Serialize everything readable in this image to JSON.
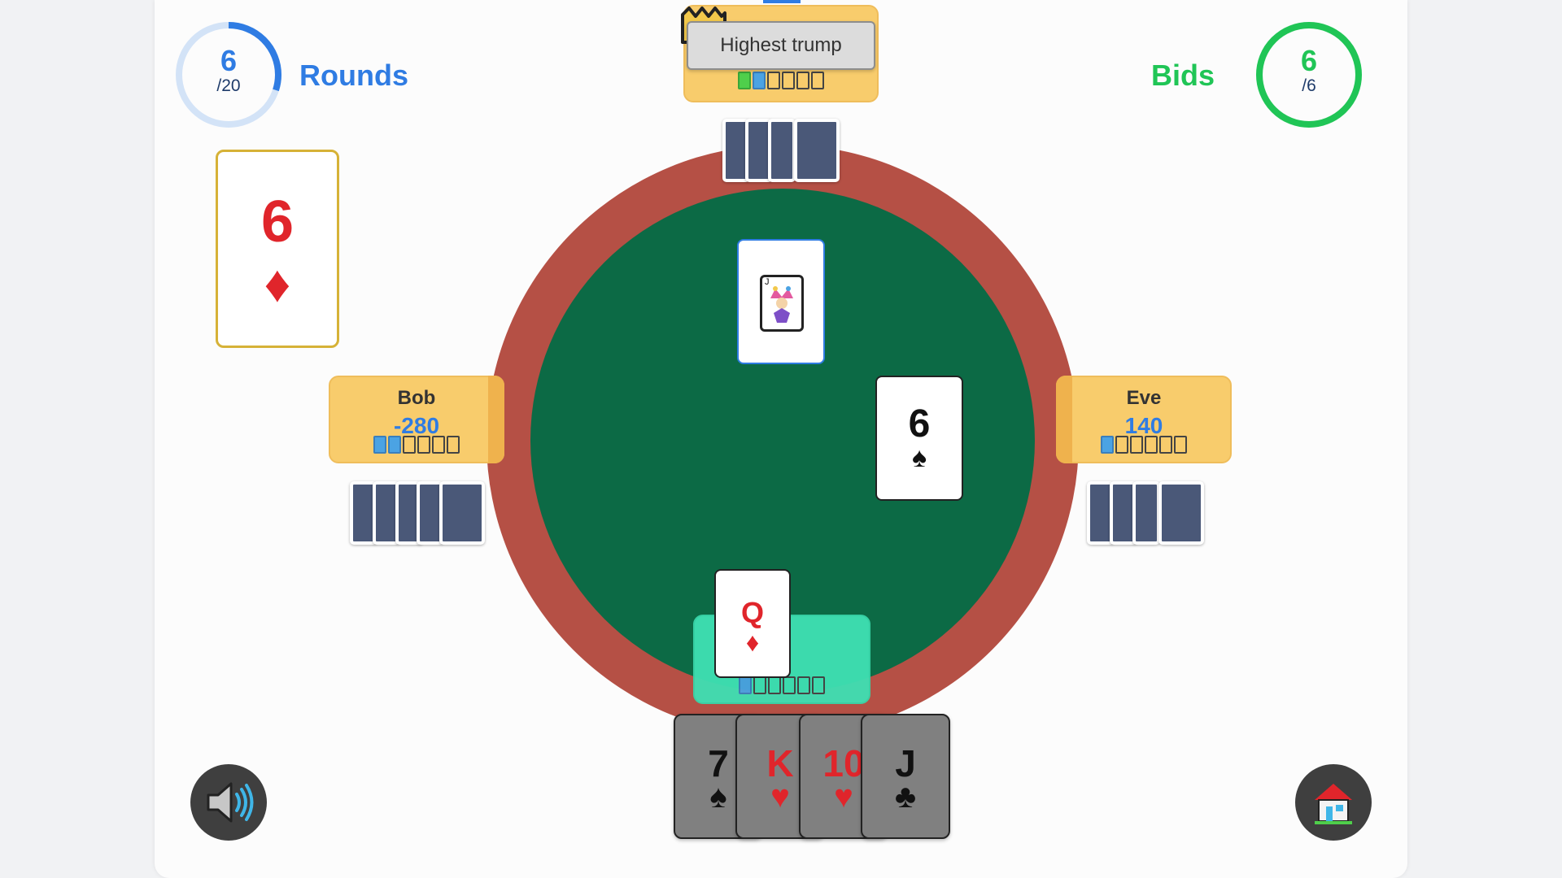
{
  "rounds": {
    "current": "6",
    "total": "/20",
    "label": "Rounds",
    "progress": 0.3
  },
  "bids": {
    "current": "6",
    "total": "/6",
    "label": "Bids",
    "progress": 1.0
  },
  "trump_card": {
    "rank": "6",
    "suit": "♦"
  },
  "tooltip": "Highest trump",
  "players": {
    "left": {
      "name": "Bob",
      "score": "-280",
      "tricks_won": 2,
      "tricks_total": 6
    },
    "right": {
      "name": "Eve",
      "score": "140",
      "tricks_won": 1,
      "tricks_total": 6
    },
    "top": {
      "tricks_won": 2,
      "tricks_total": 6
    },
    "me": {
      "tricks_won": 1,
      "tricks_total": 6
    }
  },
  "played_cards": {
    "top": {
      "rank": "J",
      "type": "joker"
    },
    "right": {
      "rank": "6",
      "suit": "♠"
    },
    "bottom": {
      "rank": "Q",
      "suit": "♦"
    }
  },
  "hand": [
    {
      "rank": "7",
      "suit": "♠",
      "color": "black"
    },
    {
      "rank": "K",
      "suit": "♥",
      "color": "red"
    },
    {
      "rank": "10",
      "suit": "♥",
      "color": "red"
    },
    {
      "rank": "J",
      "suit": "♣",
      "color": "black"
    }
  ],
  "icons": {
    "sound": "speaker-icon",
    "home": "house-icon",
    "crown": "crown-icon"
  },
  "colors": {
    "felt": "#0c6a45",
    "rim": "#b55045",
    "panel": "#f8cc6c",
    "me_panel": "#3fe0b3",
    "rounds": "#2f7ce3",
    "bids": "#20c556"
  }
}
